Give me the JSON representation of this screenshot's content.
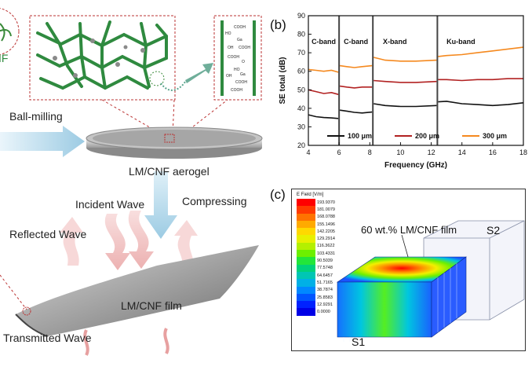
{
  "figure": {
    "left": {
      "cropped_label": "IF",
      "ball_milling": "Ball-milling",
      "aerogel": "LM/CNF aerogel",
      "incident": "Incident Wave",
      "compressing": "Compressing",
      "reflected": "Reflected Wave",
      "film": "LM/CNF film",
      "transmitted": "Transmitted Wave",
      "zoom_labels": [
        "COOH",
        "HO",
        "Ga",
        "OH",
        "COOH",
        "COOH",
        "O",
        "HO",
        "OH",
        "COOH",
        "COOH",
        "Ga"
      ]
    },
    "panel_b": {
      "letter": "(b)"
    },
    "panel_c": {
      "letter": "(c)",
      "legend_title": "E Field [V/m]",
      "legend_values": [
        "193.9370",
        "181.0079",
        "168.0788",
        "155.1496",
        "142.2205",
        "129.2914",
        "116.3622",
        "103.4331",
        "90.5039",
        "77.5748",
        "64.6457",
        "51.7165",
        "38.7874",
        "25.8583",
        "12.9291",
        "0.0000"
      ],
      "legend_colors": [
        "#ff0000",
        "#ff3a00",
        "#ff7300",
        "#ffaa00",
        "#ffd800",
        "#e8f000",
        "#b4f000",
        "#6cf000",
        "#22e63a",
        "#00d27a",
        "#00c6b4",
        "#00b0e6",
        "#0088ff",
        "#0055ff",
        "#0022ff",
        "#0000e6"
      ],
      "film_label": "60 wt.% LM/CNF film",
      "s1": "S1",
      "s2": "S2"
    }
  },
  "chart_data": {
    "type": "line",
    "title": "",
    "xlabel": "Frequency (GHz)",
    "ylabel": "SE total (dB)",
    "xlim": [
      4,
      18
    ],
    "ylim": [
      20,
      90
    ],
    "x_ticks": [
      "4",
      "6",
      "8",
      "10",
      "12",
      "14",
      "16",
      "18"
    ],
    "y_ticks": [
      "20",
      "30",
      "40",
      "50",
      "60",
      "70",
      "80",
      "90"
    ],
    "band_dividers": [
      6,
      8.2,
      12.4
    ],
    "band_labels": [
      "C-band",
      "C-band",
      "X-band",
      "Ku-band"
    ],
    "legend_position": "bottom",
    "series": [
      {
        "name": "100 μm",
        "color": "#111111",
        "segments": [
          {
            "x": [
              4,
              4.5,
              5,
              5.5,
              5.95
            ],
            "y": [
              36.5,
              35.5,
              35,
              34.8,
              34.5
            ]
          },
          {
            "x": [
              6.05,
              6.5,
              7,
              7.5,
              8.15
            ],
            "y": [
              39,
              38.5,
              37.8,
              37.5,
              38
            ]
          },
          {
            "x": [
              8.25,
              9,
              10,
              11,
              12.35
            ],
            "y": [
              42.5,
              41.5,
              41,
              41,
              41.5
            ]
          },
          {
            "x": [
              12.45,
              13,
              14,
              15,
              16,
              17,
              18
            ],
            "y": [
              43.5,
              43.8,
              42.5,
              42,
              41.5,
              42,
              43
            ]
          }
        ]
      },
      {
        "name": "200 μm",
        "color": "#b22222",
        "segments": [
          {
            "x": [
              4,
              4.5,
              5,
              5.5,
              5.95
            ],
            "y": [
              50,
              49,
              48,
              48.5,
              47.5
            ]
          },
          {
            "x": [
              6.05,
              6.5,
              7,
              7.5,
              8.15
            ],
            "y": [
              52,
              51.5,
              51,
              51.5,
              51.5
            ]
          },
          {
            "x": [
              8.25,
              9,
              10,
              11,
              12.35
            ],
            "y": [
              55,
              54.5,
              54,
              54,
              54.5
            ]
          },
          {
            "x": [
              12.45,
              13,
              14,
              15,
              16,
              17,
              18
            ],
            "y": [
              55.5,
              55.5,
              55,
              55.5,
              55.5,
              56,
              56
            ]
          }
        ]
      },
      {
        "name": "300 μm",
        "color": "#f5891f",
        "segments": [
          {
            "x": [
              4,
              4.5,
              5,
              5.5,
              5.95
            ],
            "y": [
              61,
              60.5,
              60,
              60.5,
              59.5
            ]
          },
          {
            "x": [
              6.05,
              6.5,
              7,
              7.5,
              8.15
            ],
            "y": [
              63,
              62.5,
              62,
              62.5,
              63
            ]
          },
          {
            "x": [
              8.25,
              9,
              10,
              11,
              12.35
            ],
            "y": [
              67.5,
              66,
              65.5,
              65.5,
              66
            ]
          },
          {
            "x": [
              12.45,
              13,
              14,
              15,
              16,
              17,
              18
            ],
            "y": [
              68,
              68.5,
              69,
              70,
              71,
              72,
              73
            ]
          }
        ]
      }
    ]
  }
}
